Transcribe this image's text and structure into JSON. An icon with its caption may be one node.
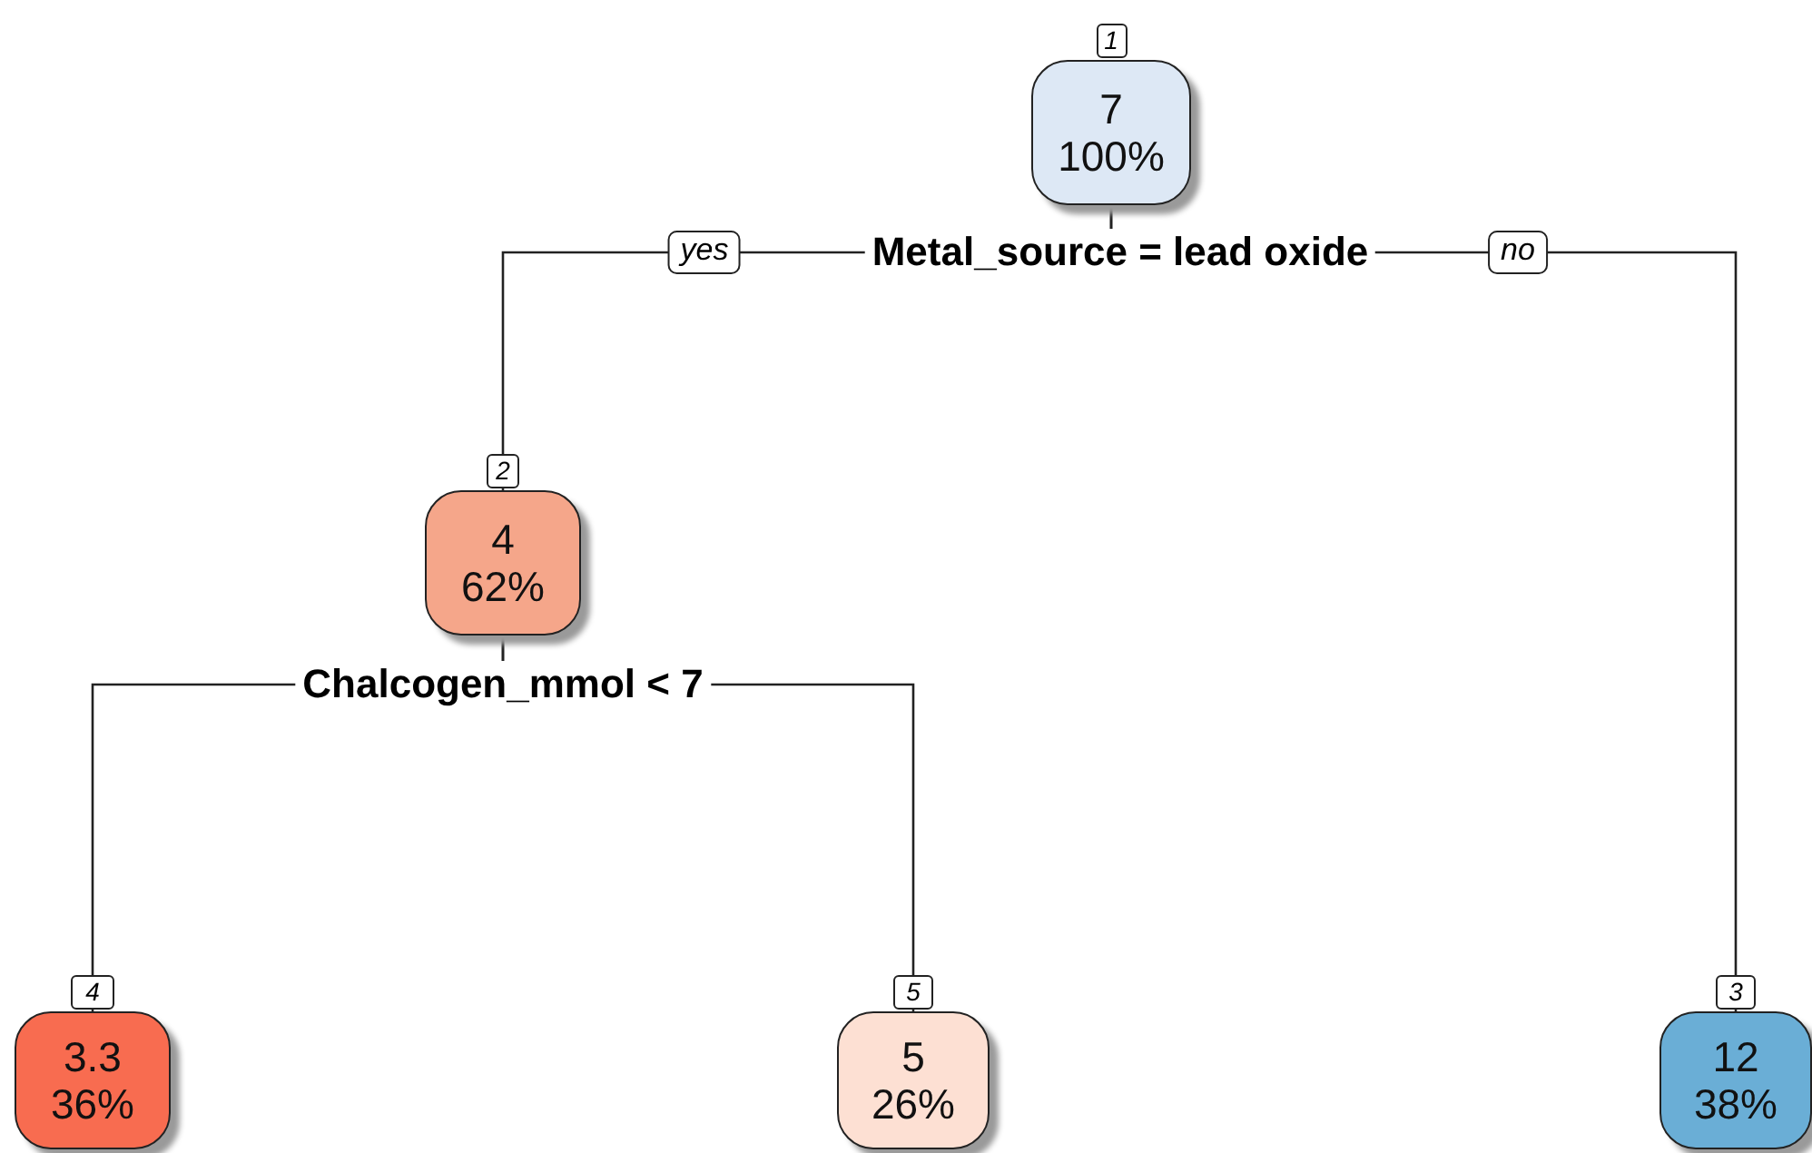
{
  "diagram": {
    "nodes": [
      {
        "text": [
          "7",
          "100%"
        ],
        "beside": [
          "1"
        ]
      },
      {
        "text": [
          "4",
          "62%"
        ],
        "beside": [
          "2"
        ]
      },
      {
        "text": [
          "3.3",
          "36%"
        ],
        "beside": [
          "4"
        ]
      },
      {
        "text": [
          "5",
          "26%"
        ],
        "beside": [
          "5"
        ]
      },
      {
        "text": [
          "12",
          "38%"
        ],
        "beside": [
          "3"
        ]
      }
    ],
    "edges": [
      {
        "from": 0,
        "to": 1,
        "arrow": "none",
        "label": "yes"
      },
      {
        "from": 0,
        "to": 4,
        "arrow": "none",
        "label": "no"
      },
      {
        "from": 1,
        "to": 2,
        "arrow": "none"
      },
      {
        "from": 1,
        "to": 3,
        "arrow": "none"
      }
    ],
    "labels": [
      "Metal_source = lead oxide",
      "Chalcogen_mmol < 7"
    ]
  }
}
